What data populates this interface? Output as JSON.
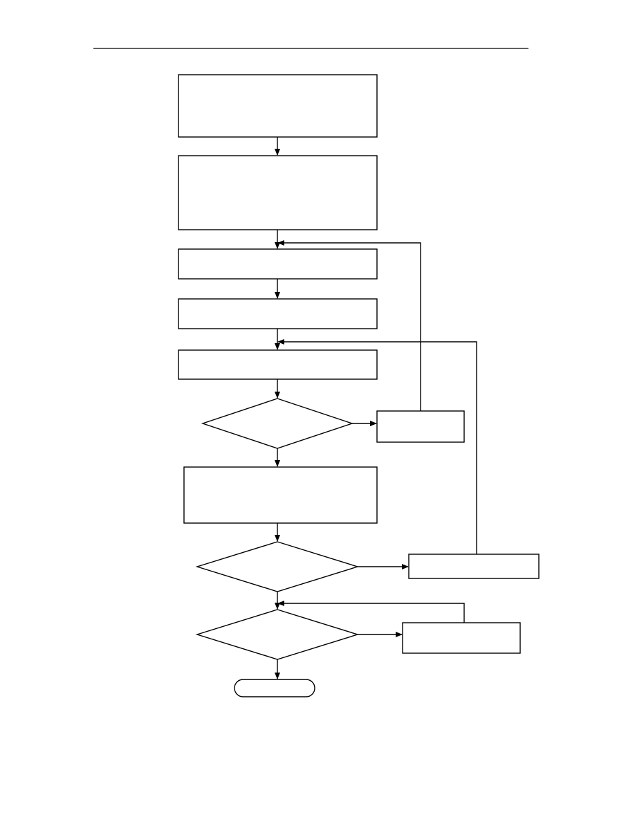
{
  "page": {
    "background": "#ffffff",
    "header_rule": true
  },
  "diagram": {
    "type": "flowchart",
    "stroke_color": "#000000",
    "nodes": [
      {
        "id": "n1",
        "shape": "process",
        "label": ""
      },
      {
        "id": "n2",
        "shape": "process",
        "label": ""
      },
      {
        "id": "n3",
        "shape": "process",
        "label": ""
      },
      {
        "id": "n4",
        "shape": "process",
        "label": ""
      },
      {
        "id": "n5",
        "shape": "process",
        "label": ""
      },
      {
        "id": "d1",
        "shape": "decision",
        "label": ""
      },
      {
        "id": "r1",
        "shape": "process",
        "label": ""
      },
      {
        "id": "n6",
        "shape": "process",
        "label": ""
      },
      {
        "id": "d2",
        "shape": "decision",
        "label": ""
      },
      {
        "id": "r2",
        "shape": "process",
        "label": ""
      },
      {
        "id": "d3",
        "shape": "decision",
        "label": ""
      },
      {
        "id": "r3",
        "shape": "process",
        "label": ""
      },
      {
        "id": "end",
        "shape": "terminator",
        "label": ""
      }
    ],
    "edges": [
      {
        "from": "n1",
        "to": "n2"
      },
      {
        "from": "n2",
        "to": "n3"
      },
      {
        "from": "n3",
        "to": "n4"
      },
      {
        "from": "n4",
        "to": "n5"
      },
      {
        "from": "n5",
        "to": "d1"
      },
      {
        "from": "d1",
        "to": "r1"
      },
      {
        "from": "r1",
        "to": "n3",
        "kind": "loop-back"
      },
      {
        "from": "d1",
        "to": "n6"
      },
      {
        "from": "n6",
        "to": "d2"
      },
      {
        "from": "d2",
        "to": "r2"
      },
      {
        "from": "r2",
        "to": "n5",
        "kind": "loop-back"
      },
      {
        "from": "d2",
        "to": "d3"
      },
      {
        "from": "d3",
        "to": "r3"
      },
      {
        "from": "r3",
        "to": "d3",
        "kind": "loop-back"
      },
      {
        "from": "d3",
        "to": "end"
      }
    ]
  }
}
